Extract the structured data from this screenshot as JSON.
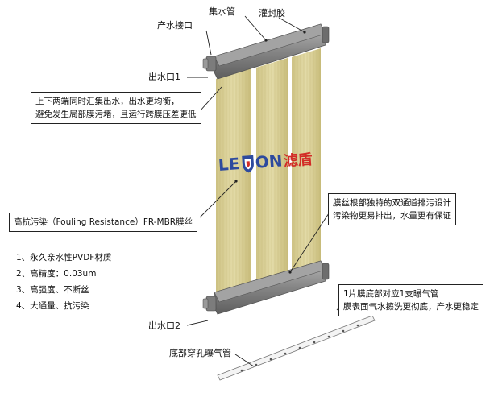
{
  "labels": {
    "collector": "集水管",
    "potting": "灌封胶",
    "outlet_connector": "产水接口",
    "outlet1": "出水口1",
    "outlet2": "出水口2",
    "aeration_pipe": "底部穿孔曝气管",
    "fouling": "高抗污染（Fouling Resistance）FR-MBR膜丝"
  },
  "callouts": {
    "top": [
      "上下两端同时汇集出水，出水更均衡，",
      "避免发生局部膜污堵，且运行跨膜压差更低"
    ],
    "right": [
      "膜丝根部独特的双通道排污设计",
      "污染物更易排出，水量更有保证"
    ],
    "bottom": [
      "1片膜底部对应1支曝气管",
      "膜表面气水擦洗更彻底，产水更稳定"
    ]
  },
  "features": [
    "1、永久亲水性PVDF材质",
    "2、高精度：0.03um",
    "3、高强度、不断丝",
    "4、大通量、抗污染"
  ],
  "logo": {
    "latin": "LEDON",
    "cjk": "滤盾"
  },
  "colors": {
    "membrane": "#d9cf92",
    "pipe": "#8a8a8a",
    "logo_blue": "#2d4a9e",
    "logo_red": "#d22b26"
  }
}
